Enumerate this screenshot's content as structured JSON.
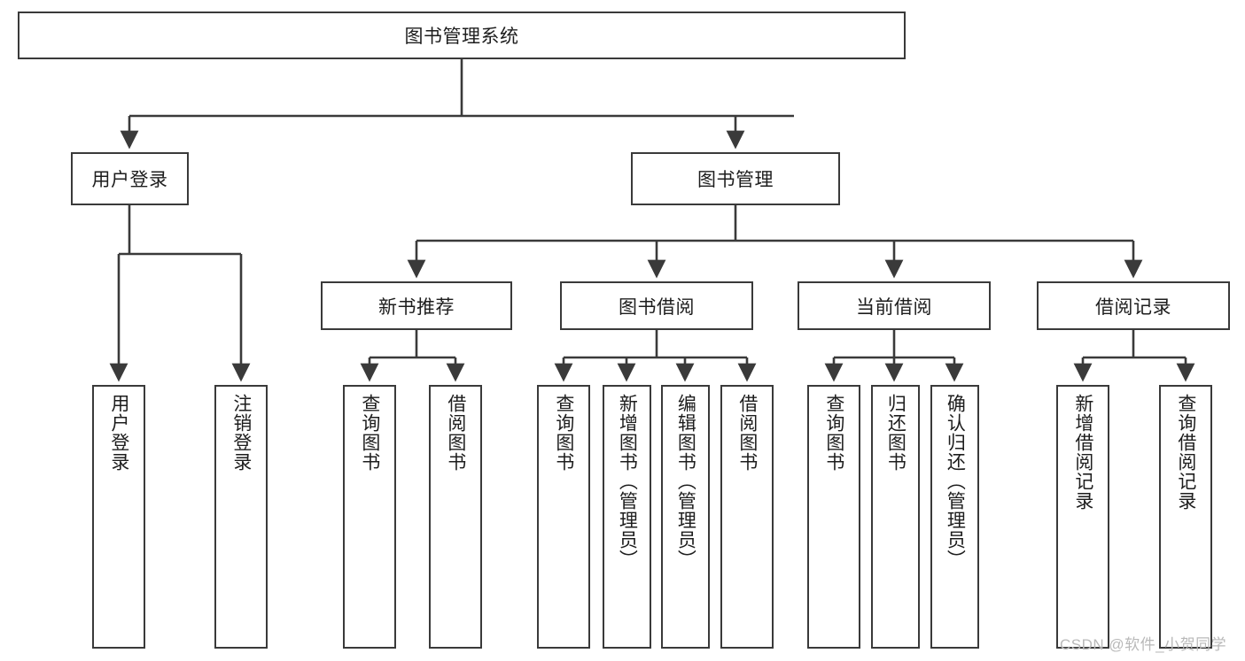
{
  "diagram": {
    "title": "图书管理系统",
    "type": "tree-hierarchy-diagram",
    "orientation": "top-down",
    "colors": {
      "node_border": "#3a3a3a",
      "node_fill": "#ffffff",
      "edge": "#3a3a3a",
      "text": "#1d1d1d",
      "watermark": "#b9b9b9",
      "background": "#ffffff"
    }
  },
  "watermark": {
    "text": "CSDN @软件_小贺同学"
  },
  "nodes": {
    "root": {
      "label": "图书管理系统"
    },
    "level2": [
      {
        "id": "user-login",
        "label": "用户登录"
      },
      {
        "id": "book-management",
        "label": "图书管理"
      }
    ],
    "level3": [
      {
        "id": "new-book-recommend",
        "label": "新书推荐"
      },
      {
        "id": "book-borrow",
        "label": "图书借阅"
      },
      {
        "id": "current-borrow",
        "label": "当前借阅"
      },
      {
        "id": "borrow-record",
        "label": "借阅记录"
      }
    ],
    "leaves": {
      "user_login": [
        {
          "id": "leaf-user-login",
          "label": "用户登录"
        },
        {
          "id": "leaf-logout-login",
          "label": "注销登录"
        }
      ],
      "new_book_recommend": [
        {
          "id": "leaf-query-book-1",
          "label": "查询图书"
        },
        {
          "id": "leaf-borrow-book-1",
          "label": "借阅图书"
        }
      ],
      "book_borrow": [
        {
          "id": "leaf-query-book-2",
          "label": "查询图书"
        },
        {
          "id": "leaf-add-book",
          "label": "新增图书（管理员）"
        },
        {
          "id": "leaf-edit-book",
          "label": "编辑图书（管理员）"
        },
        {
          "id": "leaf-borrow-book-2",
          "label": "借阅图书"
        }
      ],
      "current_borrow": [
        {
          "id": "leaf-query-book-3",
          "label": "查询图书"
        },
        {
          "id": "leaf-return-book",
          "label": "归还图书"
        },
        {
          "id": "leaf-confirm-return",
          "label": "确认归还（管理员）"
        }
      ],
      "borrow_record": [
        {
          "id": "leaf-add-borrow-record",
          "label": "新增借阅记录"
        },
        {
          "id": "leaf-query-borrow-record",
          "label": "查询借阅记录"
        }
      ]
    }
  }
}
